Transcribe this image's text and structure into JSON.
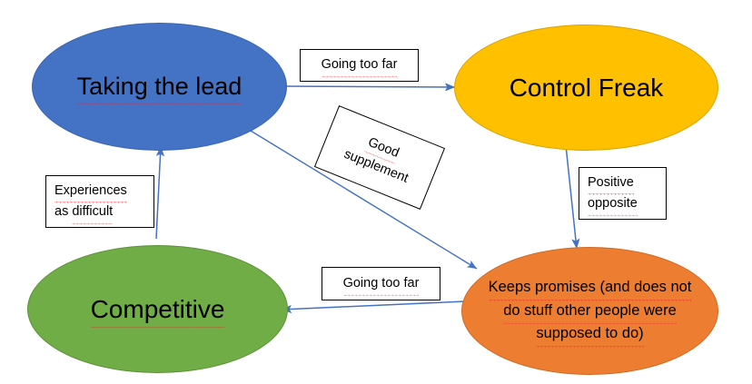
{
  "diagram": {
    "title": "Taking the lead / Control Freak / Competitive behaviour relationships",
    "background_color": "#FFFFFF",
    "arrow_color": "#4472C4",
    "spellcheck_underline_color": "#E8252A",
    "nodes": [
      {
        "id": "taking-the-lead",
        "label": "Taking the lead",
        "fill_color": "#4472C4",
        "shape": "ellipse",
        "misspelled": true
      },
      {
        "id": "control-freak",
        "label": "Control Freak",
        "fill_color": "#FFC000",
        "shape": "ellipse",
        "misspelled": false
      },
      {
        "id": "competitive",
        "label": "Competitive",
        "fill_color": "#70AD47",
        "shape": "ellipse",
        "misspelled": true
      },
      {
        "id": "keeps-promises",
        "label": "Keeps promises (and does not do stuff other people were supposed to do)",
        "line1": "Keeps promises (and does not",
        "line2": "do stuff other people were",
        "line3": "supposed to do)",
        "fill_color": "#ED7D31",
        "shape": "ellipse",
        "misspelled": true
      }
    ],
    "edge_labels": [
      {
        "id": "going-too-far-top",
        "text": "Going too far",
        "from": "taking-the-lead",
        "to": "control-freak"
      },
      {
        "id": "good-supplement",
        "text": "Good supplement",
        "line1": "Good",
        "line2": "supplement",
        "from": "taking-the-lead",
        "to": "keeps-promises",
        "rotation_deg": 22
      },
      {
        "id": "positive-opposite",
        "text": "Positive opposite",
        "line1": "Positive",
        "line2": "opposite",
        "from": "control-freak",
        "to": "keeps-promises"
      },
      {
        "id": "going-too-far-bottom",
        "text": "Going too far",
        "from": "keeps-promises",
        "to": "competitive"
      },
      {
        "id": "experiences-as-difficult",
        "line1": "Experiences",
        "line2": "as difficult",
        "text": "Experiences as difficult",
        "from": "competitive",
        "to": "taking-the-lead"
      }
    ]
  }
}
